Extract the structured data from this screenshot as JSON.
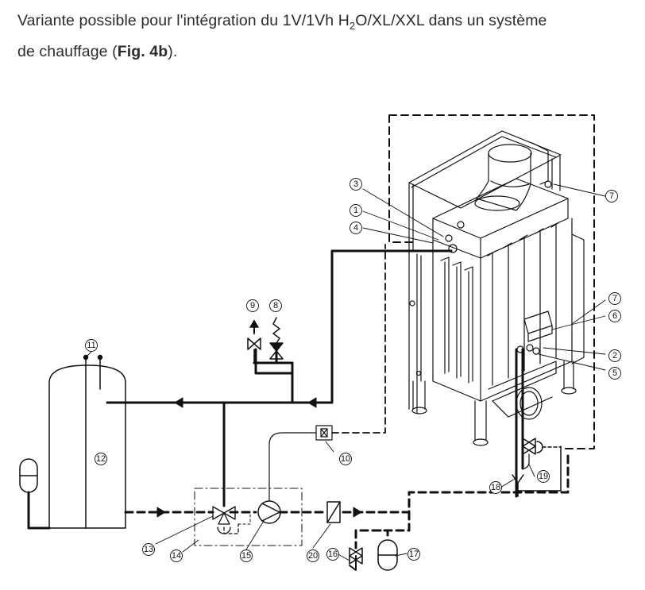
{
  "caption": {
    "line1_prefix": "Variante possible pour l'intégration du 1V/1Vh H",
    "line1_sub": "2",
    "line1_suffix": "O/XL/XXL dans un système",
    "line2_prefix": "de chauffage (",
    "line2_fig": "Fig. 4b",
    "line2_suffix": ")."
  },
  "callouts": [
    "1",
    "2",
    "3",
    "4",
    "5",
    "6",
    "7",
    "7",
    "8",
    "9",
    "10",
    "11",
    "12",
    "13",
    "14",
    "15",
    "16",
    "17",
    "18",
    "19",
    "20"
  ],
  "colors": {
    "line": "#111111",
    "text": "#2b2b2b"
  }
}
